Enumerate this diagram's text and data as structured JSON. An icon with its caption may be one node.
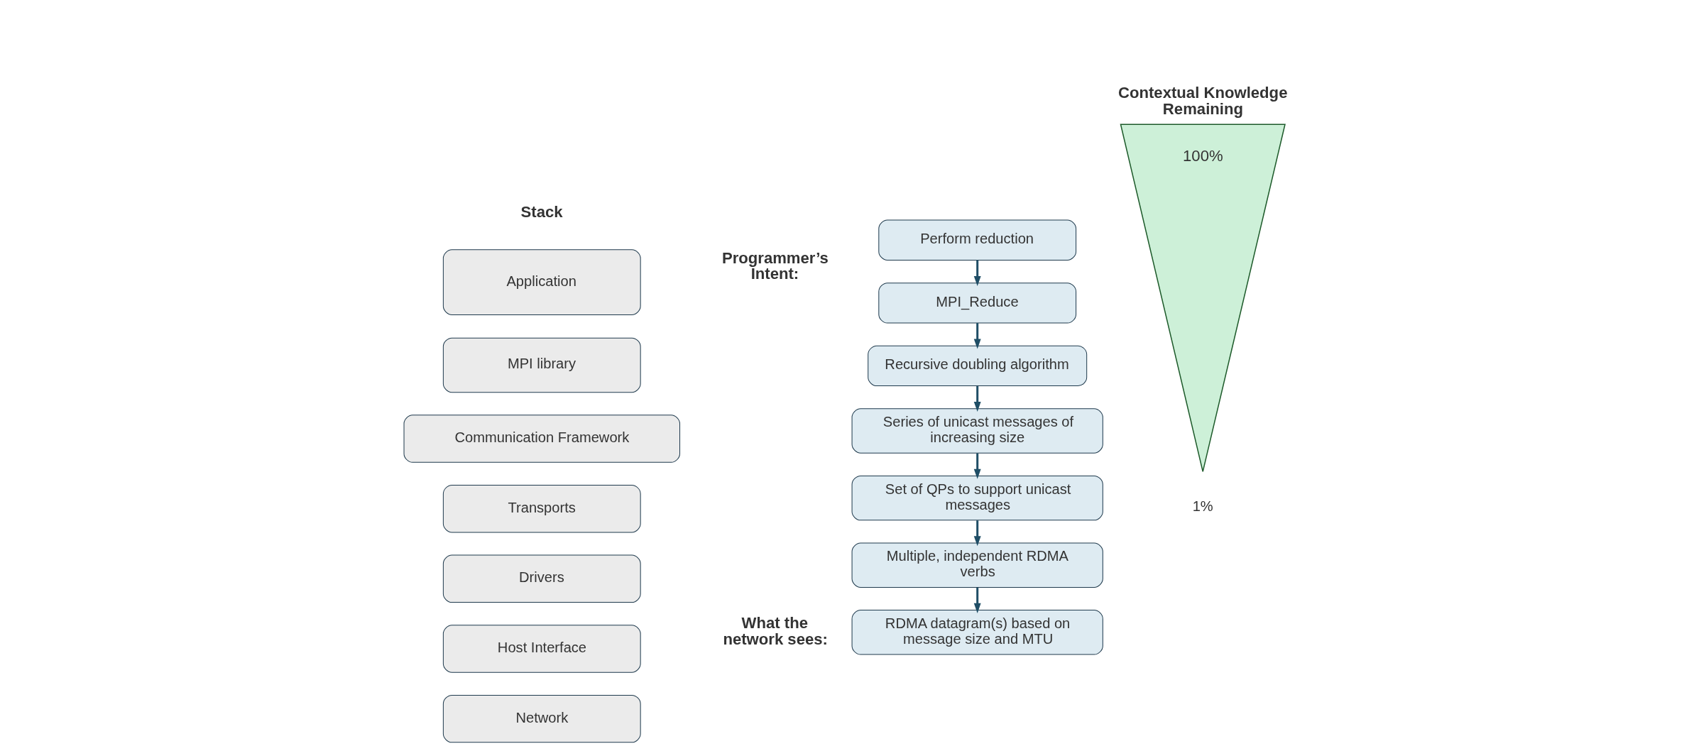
{
  "diagram": {
    "nodes": [
      {
        "text": [
          "Application"
        ]
      },
      {
        "text": [
          "MPI library"
        ]
      },
      {
        "text": [
          "Communication Framework"
        ]
      },
      {
        "text": [
          "Transports"
        ]
      },
      {
        "text": [
          "Drivers"
        ]
      },
      {
        "text": [
          "Host Interface"
        ]
      },
      {
        "text": [
          "Network"
        ]
      },
      {
        "text": [
          "Perform reduction"
        ],
        "beside": [
          "Programmer’s Intent:"
        ]
      },
      {
        "text": [
          "MPI_Reduce"
        ]
      },
      {
        "text": [
          "Recursive doubling algorithm"
        ]
      },
      {
        "text": [
          "Series of unicast messages of increasing size"
        ]
      },
      {
        "text": [
          "Set of QPs to support unicast messages"
        ]
      },
      {
        "text": [
          "Multiple, independent RDMA verbs"
        ]
      },
      {
        "text": [
          "RDMA datagram(s) based on message size and MTU"
        ],
        "beside": [
          "What the network sees:"
        ]
      },
      {
        "text": [
          "Contextual Knowledge Remaining",
          "100%"
        ],
        "beside": [
          "1%"
        ]
      }
    ],
    "edges": [
      {
        "from": 7,
        "to": 8,
        "arrow": "to"
      },
      {
        "from": 8,
        "to": 9,
        "arrow": "to"
      },
      {
        "from": 9,
        "to": 10,
        "arrow": "to"
      },
      {
        "from": 10,
        "to": 11,
        "arrow": "to"
      },
      {
        "from": 11,
        "to": 12,
        "arrow": "to"
      },
      {
        "from": 12,
        "to": 13,
        "arrow": "to"
      }
    ],
    "labels": [
      "Stack"
    ]
  }
}
